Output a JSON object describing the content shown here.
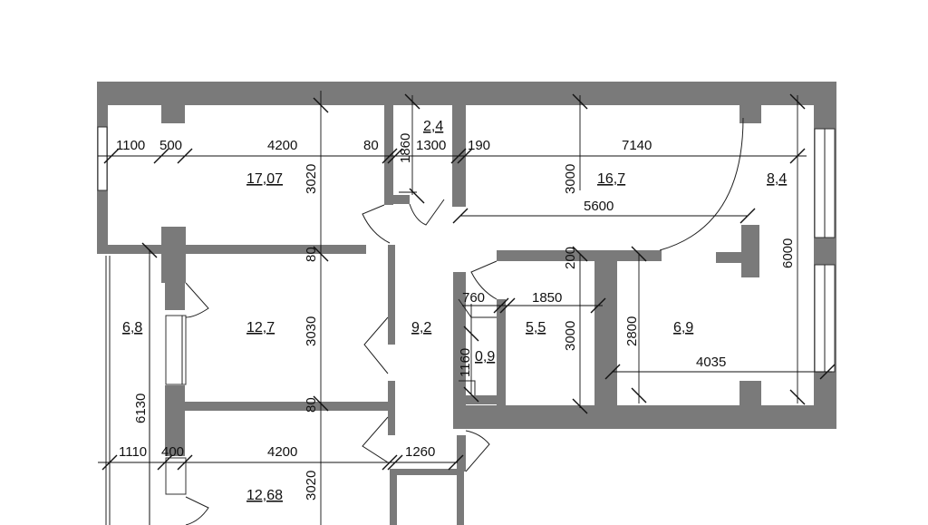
{
  "plan": {
    "rooms": [
      {
        "id": "room-top-left",
        "area": "17,07"
      },
      {
        "id": "room-toilet",
        "area": "2,4"
      },
      {
        "id": "room-top-middle",
        "area": "16,7"
      },
      {
        "id": "room-top-right",
        "area": "8,4"
      },
      {
        "id": "room-loggia-left",
        "area": "6,8"
      },
      {
        "id": "room-middle-left",
        "area": "12,7"
      },
      {
        "id": "room-hall",
        "area": "9,2"
      },
      {
        "id": "room-closet",
        "area": "0,9"
      },
      {
        "id": "room-bath",
        "area": "5,5"
      },
      {
        "id": "room-kitchen",
        "area": "6,9"
      },
      {
        "id": "room-bottom-left",
        "area": "12,68"
      }
    ],
    "dimensions": {
      "d1100": "1100",
      "d500": "500",
      "d4200_top": "4200",
      "d80_top": "80",
      "d1860": "1860",
      "d1300": "1300",
      "d190": "190",
      "d7140": "7140",
      "d3020_top": "3020",
      "d3000_top": "3000",
      "d5600": "5600",
      "d6000": "6000",
      "d80_mid1": "80",
      "d200": "200",
      "d760": "760",
      "d1850": "1850",
      "d3030": "3030",
      "d3000_mid": "3000",
      "d2800": "2800",
      "d1160": "1160",
      "d4035": "4035",
      "d6130": "6130",
      "d80_mid2": "80",
      "d1110": "1110",
      "d400": "400",
      "d4200_bot": "4200",
      "d1260": "1260",
      "d3020_bot": "3020"
    }
  }
}
